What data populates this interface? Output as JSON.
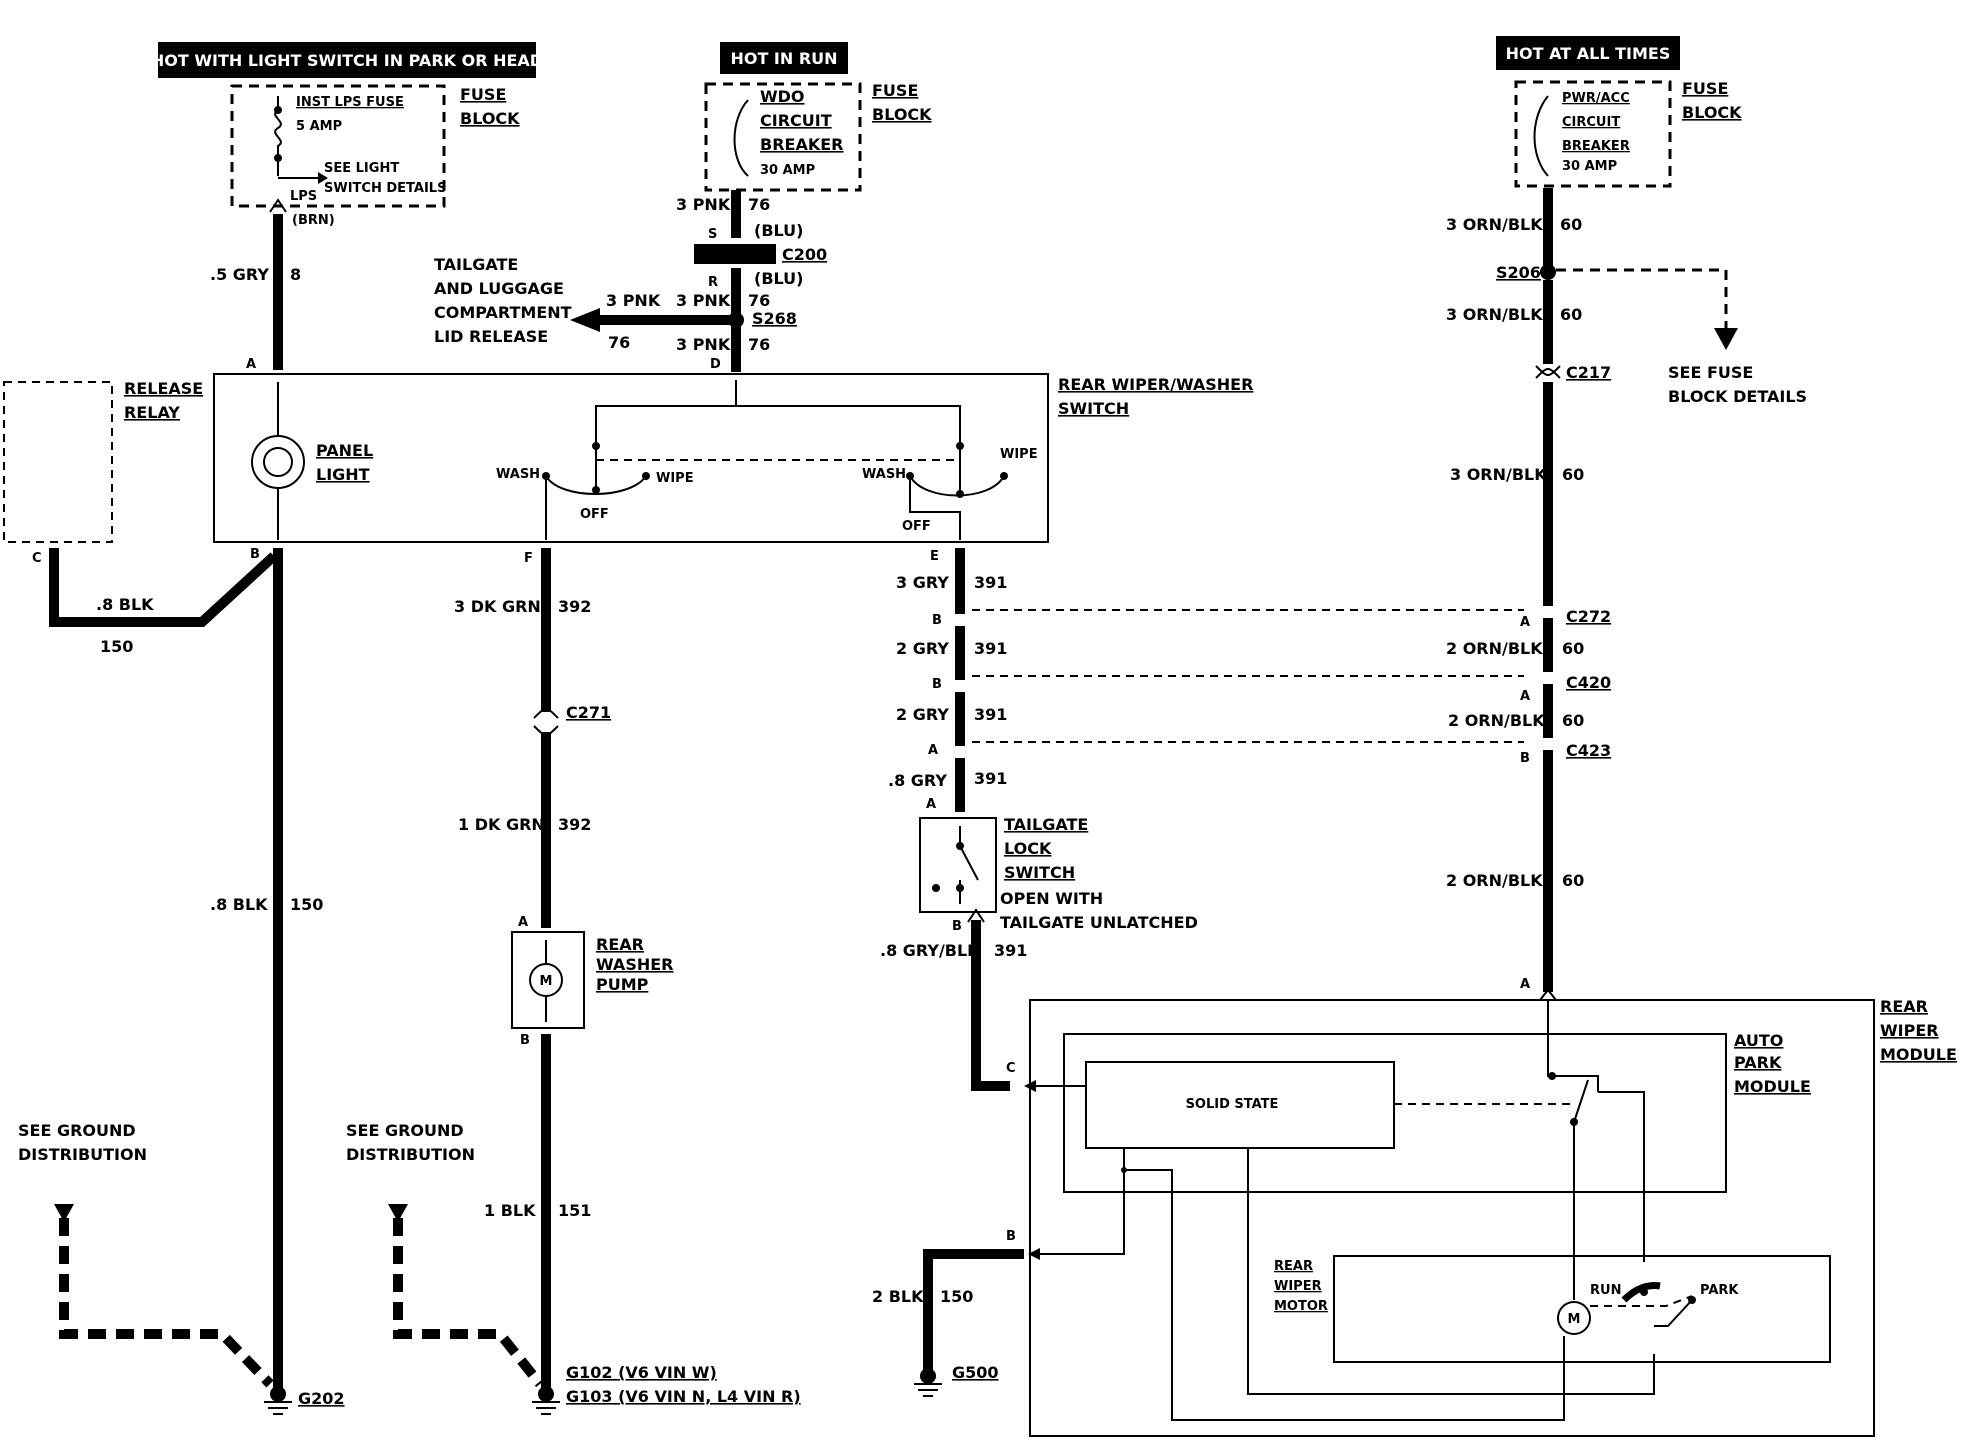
{
  "power_headers": {
    "light_switch": "HOT WITH LIGHT SWITCH IN PARK OR HEAD",
    "run": "HOT IN RUN",
    "all_times": "HOT AT ALL TIMES"
  },
  "fuses": {
    "inst_lps": {
      "name": "INST LPS FUSE",
      "rating": "5 AMP",
      "note1": "SEE LIGHT",
      "note2": "SWITCH DETAILS",
      "lps": "LPS",
      "lps_color": "(BRN)"
    },
    "wdo": {
      "l1": "WDO",
      "l2": "CIRCUIT",
      "l3": "BREAKER",
      "rating": "30 AMP"
    },
    "pwr_acc": {
      "l1": "PWR/ACC",
      "l2": "CIRCUIT",
      "l3": "BREAKER",
      "rating": "30 AMP"
    },
    "fuse_block_1": "FUSE",
    "fuse_block_2": "BLOCK"
  },
  "labels": {
    "release_relay_1": "RELEASE",
    "release_relay_2": "RELAY",
    "panel_light_1": "PANEL",
    "panel_light_2": "LIGHT",
    "switch_1": "REAR WIPER/WASHER",
    "switch_2": "SWITCH",
    "wash": "WASH",
    "wipe": "WIPE",
    "off": "OFF",
    "tailgate_1": "TAILGATE",
    "tailgate_2": "AND LUGGAGE",
    "tailgate_3": "COMPARTMENT",
    "tailgate_4": "LID RELEASE",
    "see_fuse_1": "SEE FUSE",
    "see_fuse_2": "BLOCK DETAILS",
    "lock_1": "TAILGATE",
    "lock_2": "LOCK",
    "lock_3": "SWITCH",
    "lock_4": "OPEN WITH",
    "lock_5": "TAILGATE  UNLATCHED",
    "pump_1": "REAR",
    "pump_2": "WASHER",
    "pump_3": "PUMP",
    "motor_glyph": "M",
    "module_1": "REAR",
    "module_2": "WIPER",
    "module_3": "MODULE",
    "auto_1": "AUTO",
    "auto_2": "PARK",
    "auto_3": "MODULE",
    "solid_state": "SOLID STATE",
    "motor_1": "REAR",
    "motor_2": "WIPER",
    "motor_3": "MOTOR",
    "run": "RUN",
    "park": "PARK",
    "ground_1": "SEE GROUND",
    "ground_2": "DISTRIBUTION"
  },
  "wires": {
    "w1": ".5 GRY",
    "c1": "8",
    "w2": "3 PNK",
    "c2": "76",
    "w3": "3 PNK",
    "c3": "76",
    "w3b": "3 PNK",
    "c3b": "76",
    "w4": "3 PNK",
    "w5": "3 ORN/BLK",
    "c5": "60",
    "w6": ".8 BLK",
    "c6": "150",
    "w7": "3 DK GRN",
    "c7": "392",
    "w8": "1 DK GRN",
    "c8": "392",
    "w9": ".8 BLK",
    "c9": "150",
    "w10": "1 BLK",
    "c10": "151",
    "w11": "3 GRY",
    "c11": "391",
    "w12": "2 GRY",
    "c12": "391",
    "w13": "2 GRY",
    "c13": "391",
    "w14": ".8 GRY",
    "c14": "391",
    "w15": ".8 GRY/BLK",
    "c15": "391",
    "w16": "2 BLK",
    "c16": "150",
    "w17": "2 ORN/BLK",
    "c17": "60",
    "w18": "2 ORN/BLK",
    "c18": "60",
    "w19": "2 ORN/BLK",
    "c19": "60",
    "w20": "3 ORN/BLK",
    "c20": "60",
    "w21": "3 ORN/BLK",
    "c21": "60"
  },
  "connectors": {
    "c200": "C200",
    "s268": "S268",
    "s206": "S206",
    "c217": "C217",
    "c271": "C271",
    "c272": "C272",
    "c420": "C420",
    "c423": "C423",
    "g202": "G202",
    "g102": "G102 (V6 VIN W)",
    "g103": "G103 (V6 VIN N, L4 VIN R)",
    "g500": "G500",
    "blu1": "(BLU)",
    "blu2": "(BLU)"
  },
  "pins": {
    "a": "A",
    "b": "B",
    "c": "C",
    "d": "D",
    "e": "E",
    "f": "F",
    "s": "S",
    "r": "R"
  }
}
